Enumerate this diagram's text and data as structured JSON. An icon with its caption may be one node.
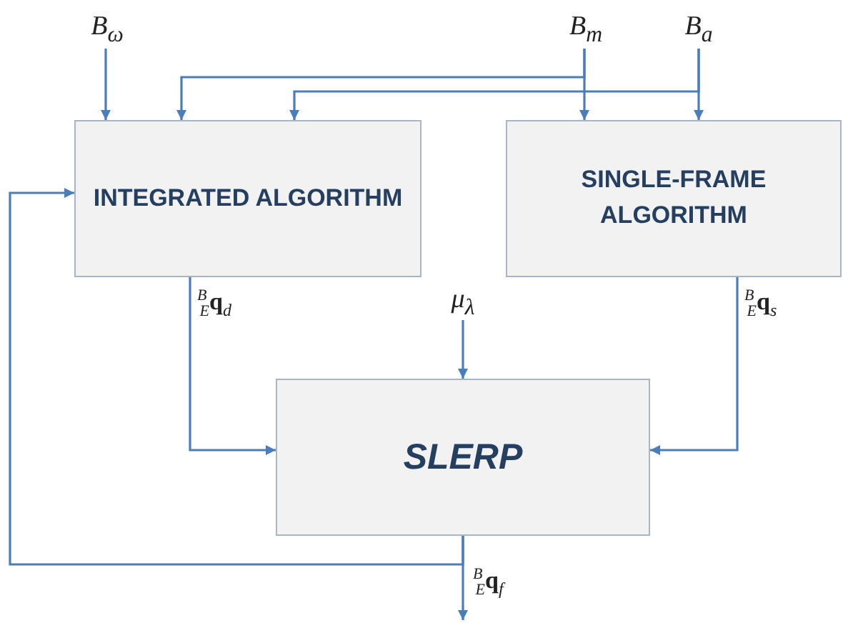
{
  "diagram": {
    "nodes": [
      {
        "text": [
          "B$_{ω}$"
        ]
      },
      {
        "text": [
          "B$_{m}$"
        ]
      },
      {
        "text": [
          "B$_{a}$"
        ]
      },
      {
        "text": [
          "INTEGRATED ALGORITHM"
        ]
      },
      {
        "text": [
          "SINGLE-FRAME ALGORITHM"
        ]
      },
      {
        "text": [
          "μ$_{λ}$"
        ]
      },
      {
        "text": [
          "SLERP"
        ]
      }
    ],
    "edges": [
      {
        "from": 0,
        "to": 3,
        "arrow": "to"
      },
      {
        "from": 1,
        "to": 3,
        "arrow": "to"
      },
      {
        "from": 1,
        "to": 4,
        "arrow": "to"
      },
      {
        "from": 2,
        "to": 3,
        "arrow": "to"
      },
      {
        "from": 2,
        "to": 4,
        "arrow": "to"
      },
      {
        "from": 3,
        "to": 6,
        "arrow": "to",
        "label": "$^{B}$$_{E}$**q**$_{d}$"
      },
      {
        "from": 4,
        "to": 6,
        "arrow": "to",
        "label": "$^{B}$$_{E}$**q**$_{s}$"
      },
      {
        "from": 5,
        "to": 6,
        "arrow": "to"
      },
      {
        "from": 6,
        "to": null,
        "arrow": "to",
        "label": "$^{B}$$_{E}$**q**$_{f}$"
      },
      {
        "from": 6,
        "to": 3,
        "arrow": "to"
      }
    ]
  }
}
